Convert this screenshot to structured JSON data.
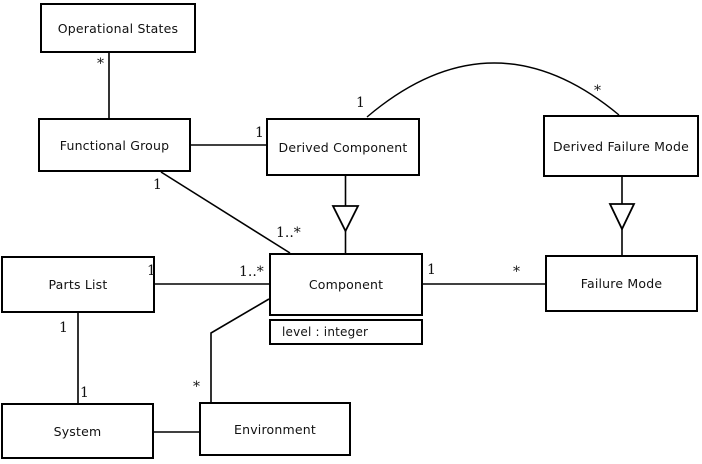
{
  "diagram": {
    "type": "uml-class-diagram",
    "colors": {
      "background": "#ffffff",
      "box_fill": "#ffffff",
      "box_border": "#000000",
      "line": "#000000",
      "text": "#111111"
    },
    "classes": {
      "operational_states": {
        "label": "Operational States"
      },
      "functional_group": {
        "label": "Functional Group"
      },
      "derived_component": {
        "label": "Derived Component"
      },
      "derived_failure_mode": {
        "label": "Derived Failure Mode"
      },
      "parts_list": {
        "label": "Parts List"
      },
      "component": {
        "label": "Component",
        "attribute": "level : integer"
      },
      "failure_mode": {
        "label": "Failure Mode"
      },
      "system": {
        "label": "System"
      },
      "environment": {
        "label": "Environment"
      }
    },
    "multiplicities": {
      "os_fg": "*",
      "fg_dc": "1",
      "fg_comp_src": "1",
      "fg_comp_dst": "1..*",
      "dc_dfm_src": "1",
      "dc_dfm_dst": "*",
      "pl_comp_src": "1",
      "pl_comp_dst": "1..*",
      "comp_fm_src": "1",
      "comp_fm_dst": "*",
      "pl_sys_src": "1",
      "pl_sys_dst": "1",
      "env_comp": "*"
    },
    "relationships": [
      {
        "from": "Operational States",
        "to": "Functional Group",
        "type": "association",
        "labels": [
          "*"
        ]
      },
      {
        "from": "Functional Group",
        "to": "Derived Component",
        "type": "association",
        "labels": [
          "1"
        ]
      },
      {
        "from": "Functional Group",
        "to": "Component",
        "type": "association",
        "labels": [
          "1",
          "1..*"
        ]
      },
      {
        "from": "Derived Component",
        "to": "Component",
        "type": "generalization"
      },
      {
        "from": "Derived Component",
        "to": "Derived Failure Mode",
        "type": "association",
        "labels": [
          "1",
          "*"
        ]
      },
      {
        "from": "Derived Failure Mode",
        "to": "Failure Mode",
        "type": "generalization"
      },
      {
        "from": "Parts List",
        "to": "Component",
        "type": "association",
        "labels": [
          "1",
          "1..*"
        ]
      },
      {
        "from": "Component",
        "to": "Failure Mode",
        "type": "association",
        "labels": [
          "1",
          "*"
        ]
      },
      {
        "from": "Parts List",
        "to": "System",
        "type": "association",
        "labels": [
          "1",
          "1"
        ]
      },
      {
        "from": "System",
        "to": "Environment",
        "type": "association",
        "labels": []
      },
      {
        "from": "Environment",
        "to": "Component",
        "type": "association",
        "labels": [
          "*"
        ]
      }
    ]
  }
}
